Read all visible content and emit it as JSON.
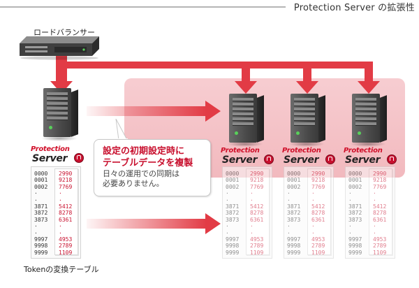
{
  "title": "Protection Server の拡張性",
  "load_balancer_label": "ロードバランサー",
  "token_table_label": "Tokenの変換テーブル",
  "callout": {
    "title_line1": "設定の初期設定時に",
    "title_line2": "テーブルデータを複製",
    "note_line1": "日々の運用での同期は",
    "note_line2": "必要ありません。"
  },
  "logo": {
    "line1": "Protection",
    "line2": "Server"
  },
  "token_rows": [
    {
      "key": "0000",
      "value": "2990"
    },
    {
      "key": "0001",
      "value": "9218"
    },
    {
      "key": "0002",
      "value": "7769"
    },
    {
      "key": "·",
      "value": "·"
    },
    {
      "key": "·",
      "value": "·"
    },
    {
      "key": "3871",
      "value": "5412"
    },
    {
      "key": "3872",
      "value": "8278"
    },
    {
      "key": "3873",
      "value": "6361"
    },
    {
      "key": "·",
      "value": "·"
    },
    {
      "key": "·",
      "value": "·"
    },
    {
      "key": "9997",
      "value": "4953"
    },
    {
      "key": "9998",
      "value": "2789"
    },
    {
      "key": "9999",
      "value": "1109"
    }
  ],
  "colors": {
    "arrow": "#e23b45",
    "accent": "#c8102e",
    "band": "#f2b9be"
  }
}
